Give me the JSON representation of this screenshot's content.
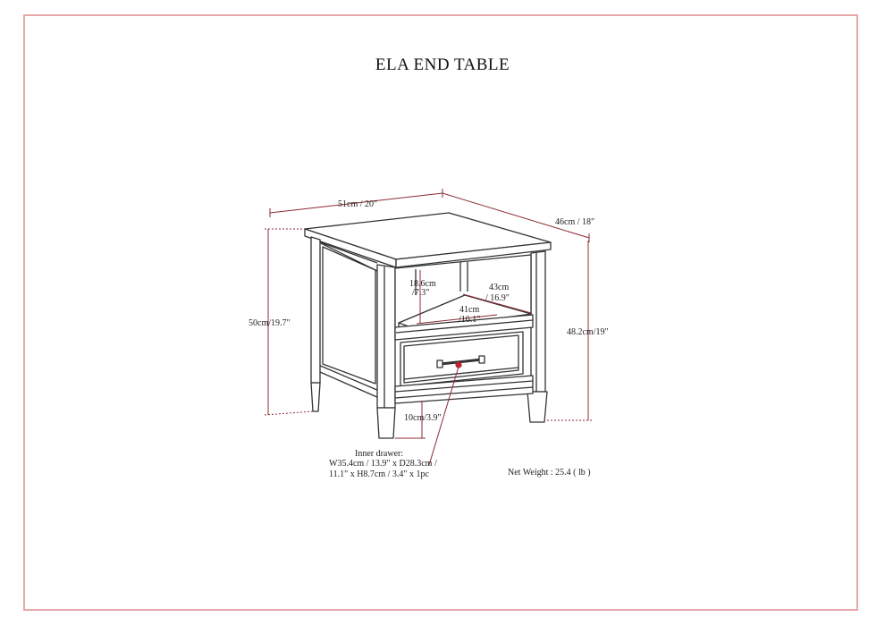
{
  "title": "ELA END TABLE",
  "dimensions": {
    "width": "51cm / 20\"",
    "depth": "46cm / 18\"",
    "height_back": "50cm/19.7\"",
    "height_front": "48.2cm/19\"",
    "shelf_height_cm": "18.6cm",
    "shelf_height_in": "/7.3\"",
    "shelf_depth_cm": "43cm",
    "shelf_depth_in": "/ 16.9\"",
    "shelf_width_cm": "41cm",
    "shelf_width_in": "/16.1\"",
    "clearance": "10cm/3.9\""
  },
  "inner_drawer": {
    "label": "Inner drawer:",
    "line1": "W35.4cm / 13.9\" x D28.3cm /",
    "line2": "11.1\" x H8.7cm / 3.4\" x 1pc"
  },
  "net_weight": "Net Weight : 25.4 ( lb )",
  "colors": {
    "frame": "#e8a7ab",
    "dimension_line": "#8b2b35",
    "outline": "#333333",
    "marker": "#cc1f2a"
  }
}
